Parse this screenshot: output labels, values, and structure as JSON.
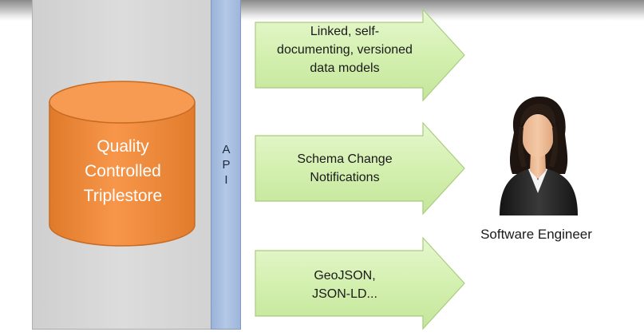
{
  "triplestore": {
    "label_lines": [
      "Quality",
      "Controlled",
      "Triplestore"
    ],
    "color": "#f28c3c"
  },
  "api": {
    "letters": [
      "A",
      "P",
      "I"
    ],
    "color": "#b4c8e6"
  },
  "outputs": [
    {
      "lines": [
        "Linked, self-",
        "documenting, versioned",
        "data models"
      ]
    },
    {
      "lines": [
        "Schema Change",
        "Notifications"
      ]
    },
    {
      "lines": [
        "GeoJSON,",
        "JSON-LD..."
      ]
    }
  ],
  "arrow_color": "#d4f0b0",
  "consumer": {
    "label": "Software Engineer"
  }
}
